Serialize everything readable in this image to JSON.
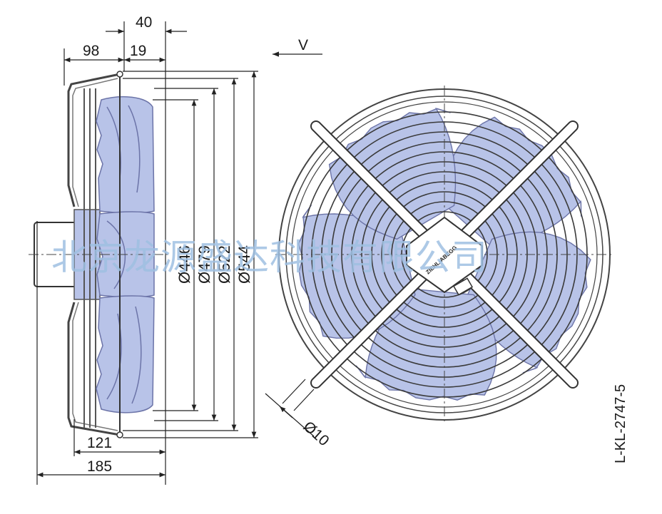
{
  "drawing": {
    "dimensions": {
      "offset_40": "40",
      "offset_19": "19",
      "offset_98": "98",
      "offset_121": "121",
      "offset_185": "185",
      "diameter_446": "Ø446",
      "diameter_479": "Ø479",
      "diameter_522": "Ø522",
      "diameter_544": "Ø544",
      "hole_diameter": "Ø10"
    },
    "airflow_label": "V",
    "drawing_ref": "L-KL-2747-5",
    "brand_label": "ZIEHL-ABEGG",
    "watermark": "北京龙源盛达科技有限公司",
    "colors": {
      "blade_fill": "#b8c3e8",
      "blade_edge": "#6c74a8",
      "guard_line": "#333333",
      "watermark": "#9fc0e2"
    }
  }
}
